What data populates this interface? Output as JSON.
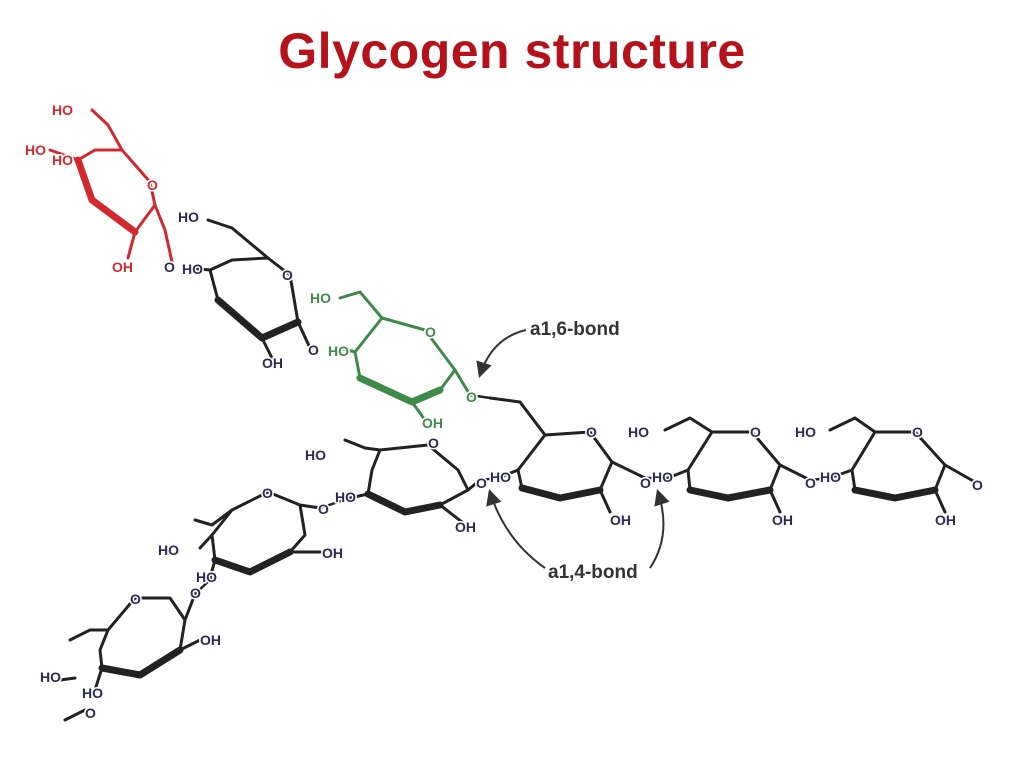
{
  "slide": {
    "title": "Glycogen structure"
  },
  "labels": {
    "alpha16": "a1,6-bond",
    "alpha14": "a1,4-bond"
  },
  "atoms": {
    "hydroxyl": "HO",
    "hydroxyl_r": "OH",
    "oxygen": "O"
  },
  "colors": {
    "title": "#b5121b",
    "red_residue": "#d3282e",
    "green_residue": "#3e8a48",
    "black_residue": "#222222",
    "atom_text": "#2a2a55"
  }
}
